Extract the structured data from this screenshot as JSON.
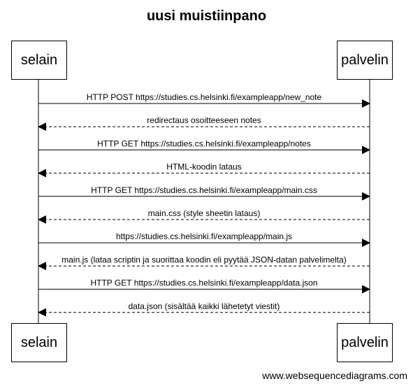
{
  "title": "uusi muistiinpano",
  "participants": [
    "selain",
    "palvelin"
  ],
  "messages": [
    {
      "from": "selain",
      "to": "palvelin",
      "label": "HTTP POST https://studies.cs.helsinki.fi/exampleapp/new_note",
      "style": "solid"
    },
    {
      "from": "palvelin",
      "to": "selain",
      "label": "redirectaus osoitteeseen notes",
      "style": "dashed"
    },
    {
      "from": "selain",
      "to": "palvelin",
      "label": "HTTP GET https://studies.cs.helsinki.fi/exampleapp/notes",
      "style": "solid"
    },
    {
      "from": "palvelin",
      "to": "selain",
      "label": "HTML-koodin lataus",
      "style": "dashed"
    },
    {
      "from": "selain",
      "to": "palvelin",
      "label": "HTTP GET https://studies.cs.helsinki.fi/exampleapp/main.css",
      "style": "solid"
    },
    {
      "from": "palvelin",
      "to": "selain",
      "label": "main.css (style sheetin lataus)",
      "style": "dashed"
    },
    {
      "from": "selain",
      "to": "palvelin",
      "label": "https://studies.cs.helsinki.fi/exampleapp/main.js",
      "style": "solid"
    },
    {
      "from": "palvelin",
      "to": "selain",
      "label": "main.js (lataa scriptin ja suorittaa koodin eli pyytää JSON-datan palvelimelta)",
      "style": "dashed"
    },
    {
      "from": "selain",
      "to": "palvelin",
      "label": "HTTP GET https://studies.cs.helsinki.fi/exampleapp/data.json",
      "style": "solid"
    },
    {
      "from": "palvelin",
      "to": "selain",
      "label": "data.json (sisältää kaikki lähetetyt viestit)",
      "style": "dashed"
    }
  ],
  "watermark": "www.websequencediagrams.com"
}
